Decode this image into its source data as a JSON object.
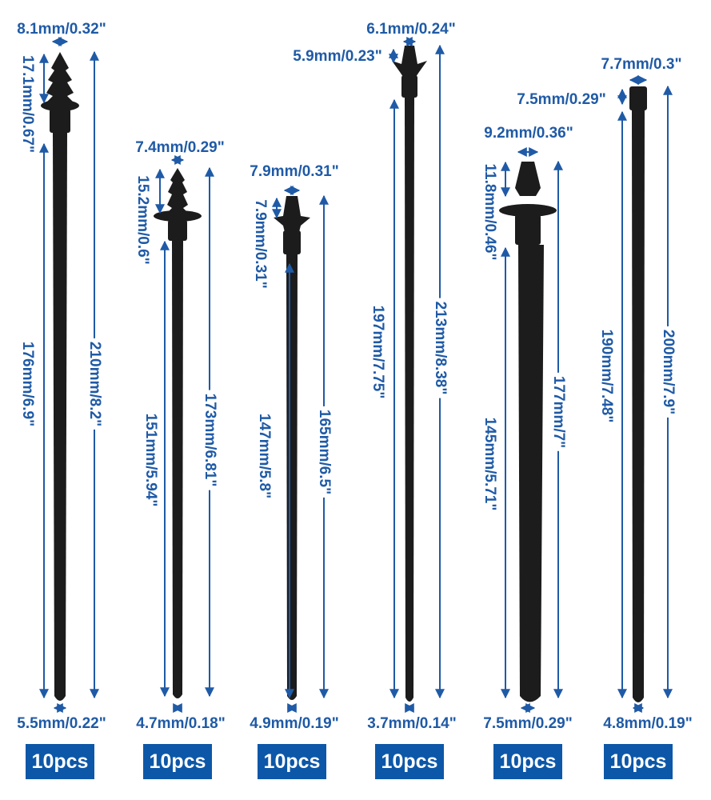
{
  "ties": [
    {
      "head_width": "8.1mm/0.32\"",
      "head_height": "17.1mm/0.67\"",
      "strap_length": "176mm/6.9\"",
      "total_length": "210mm/8.2\"",
      "tail_width": "5.5mm/0.22\"",
      "quantity": "10pcs"
    },
    {
      "head_width": "7.4mm/0.29\"",
      "head_height": "15.2mm/0.6\"",
      "strap_length": "151mm/5.94\"",
      "total_length": "173mm/6.81\"",
      "tail_width": "4.7mm/0.18\"",
      "quantity": "10pcs"
    },
    {
      "head_width": "7.9mm/0.31\"",
      "head_height": "7.9mm/0.31\"",
      "strap_length": "147mm/5.8\"",
      "total_length": "165mm/6.5\"",
      "tail_width": "4.9mm/0.19\"",
      "quantity": "10pcs"
    },
    {
      "head_width": "6.1mm/0.24\"",
      "head_height": "5.9mm/0.23\"",
      "strap_length": "197mm/7.75\"",
      "total_length": "213mm/8.38\"",
      "tail_width": "3.7mm/0.14\"",
      "quantity": "10pcs"
    },
    {
      "head_width": "9.2mm/0.36\"",
      "head_height": "11.8mm/0.46\"",
      "strap_length": "145mm/5.71\"",
      "total_length": "177mm/7\"",
      "tail_width": "7.5mm/0.29\"",
      "quantity": "10pcs"
    },
    {
      "head_width": "7.7mm/0.3\"",
      "head_height": "7.5mm/0.29\"",
      "strap_length": "190mm/7.48\"",
      "total_length": "200mm/7.9\"",
      "tail_width": "4.8mm/0.19\"",
      "quantity": "10pcs"
    }
  ],
  "colors": {
    "accent": "#1f5aa6",
    "badge": "#0d57a8",
    "tie": "#1c1c1c"
  }
}
